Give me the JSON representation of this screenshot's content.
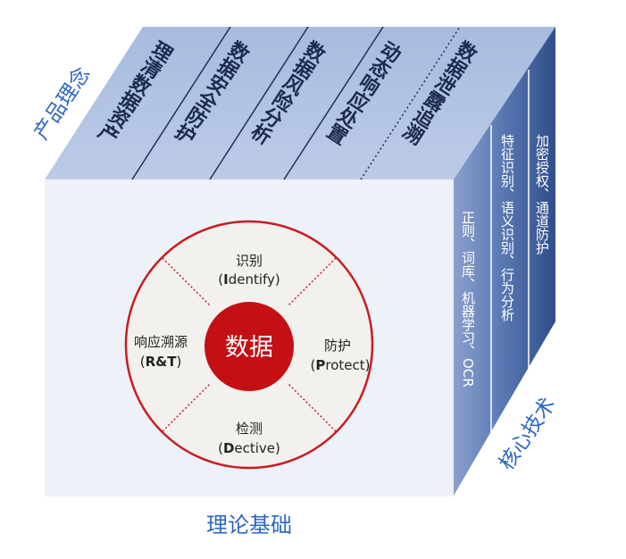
{
  "labels": {
    "product_concept": "产品理念",
    "core_technology": "核心技术",
    "theory_basis": "理论基础"
  },
  "top_face": {
    "columns": [
      "理清数据资产",
      "数据安全防护",
      "数据风险分析",
      "动态响应处置",
      "数据泄露追溯"
    ],
    "colors": {
      "top": "#adbfe0",
      "front_edge": "#b9c9e6"
    }
  },
  "right_face": {
    "columns": [
      "加密授权、通道防护",
      "特征识别、语义识别、行为分析",
      "正则、词库、机器学习、OCR"
    ],
    "colors": {
      "dark": "#2f4f8c",
      "mid": "#4a6aa6",
      "light": "#7f97c7"
    }
  },
  "front_face": {
    "color": "#edf1f8",
    "center": "数据",
    "quadrants": {
      "top": {
        "name": "识别",
        "abbr_bold": "I",
        "abbr_rest": "dentify"
      },
      "right": {
        "name": "防护",
        "abbr_bold": "P",
        "abbr_rest": "rotect"
      },
      "bottom": {
        "name": "检测",
        "abbr_bold": "D",
        "abbr_rest": "ective"
      },
      "left": {
        "name": "响应溯源",
        "abbr_bold": "R&T",
        "abbr_rest": ""
      }
    },
    "colors": {
      "ring": "#c91c20",
      "ring_fill": "#f3f1ee",
      "center": "#c40f14"
    }
  }
}
